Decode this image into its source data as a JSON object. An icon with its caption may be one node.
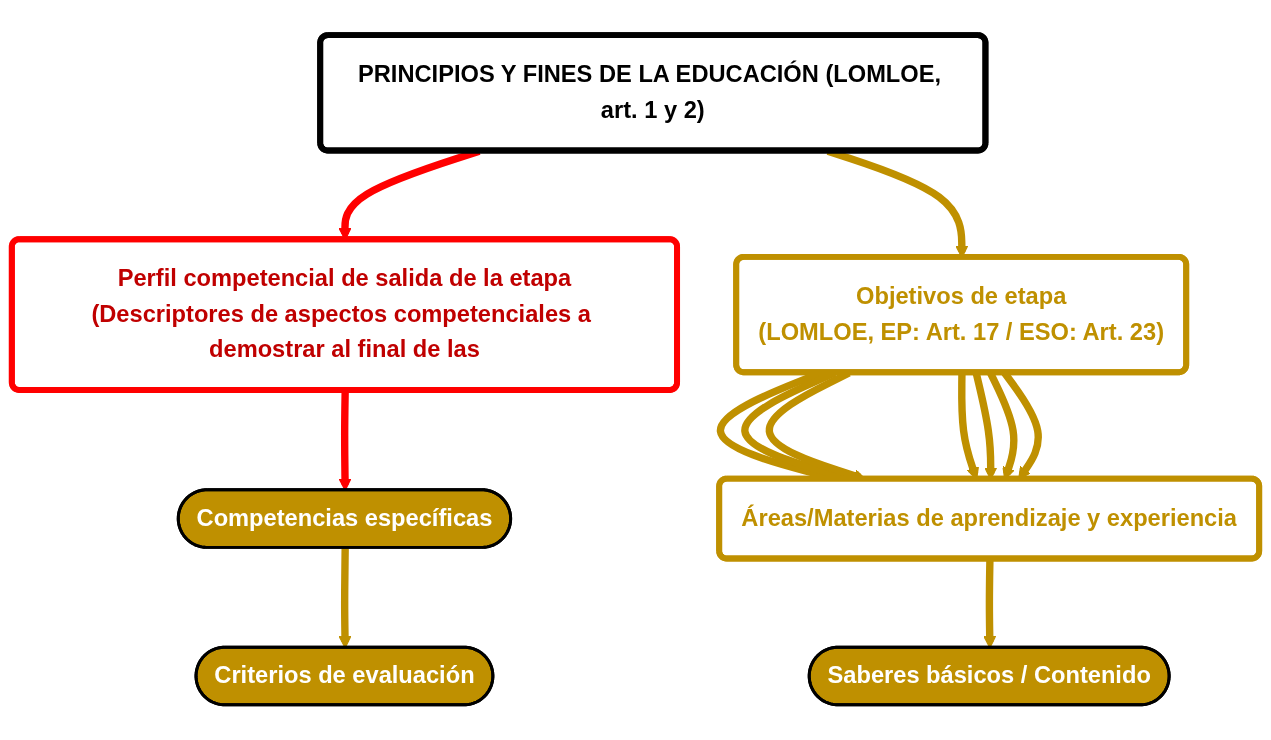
{
  "diagram": {
    "nodes": [
      {
        "text": [
          "PRINCIPIOS Y FINES DE LA EDUCACIÓN (LOMLOE, art. 1 y 2)"
        ]
      },
      {
        "text": [
          "Perfil competencial de salida de la etapa",
          "(Descriptores de aspectos competenciales a demostrar al final de las"
        ]
      },
      {
        "text": [
          "Objetivos de etapa",
          "(LOMLOE, EP: Art. 17 / ESO: Art. 23)"
        ]
      },
      {
        "text": [
          "Áreas/Materias de aprendizaje y experiencia"
        ]
      },
      {
        "text": [
          "Competencias específicas"
        ]
      },
      {
        "text": [
          "Saberes básicos / Contenido"
        ]
      },
      {
        "text": [
          "Criterios de evaluación"
        ]
      }
    ],
    "edges": [
      {
        "from": 0,
        "to": 1,
        "arrow": "to",
        "color": "#ff0000"
      },
      {
        "from": 0,
        "to": 2,
        "arrow": "to"
      },
      {
        "from": 2,
        "to": 3,
        "arrow": "to"
      },
      {
        "from": 2,
        "to": 3,
        "arrow": "to"
      },
      {
        "from": 2,
        "to": 3,
        "arrow": "to"
      },
      {
        "from": 2,
        "to": 3,
        "arrow": "to"
      },
      {
        "from": 2,
        "to": 3,
        "arrow": "to"
      },
      {
        "from": 2,
        "to": 3,
        "arrow": "to"
      },
      {
        "from": 2,
        "to": 3,
        "arrow": "to"
      },
      {
        "from": 3,
        "to": 5,
        "arrow": "to"
      },
      {
        "from": 1,
        "to": 4,
        "arrow": "to",
        "color": "#ff0000"
      },
      {
        "from": 4,
        "to": 6,
        "arrow": "to"
      }
    ]
  }
}
